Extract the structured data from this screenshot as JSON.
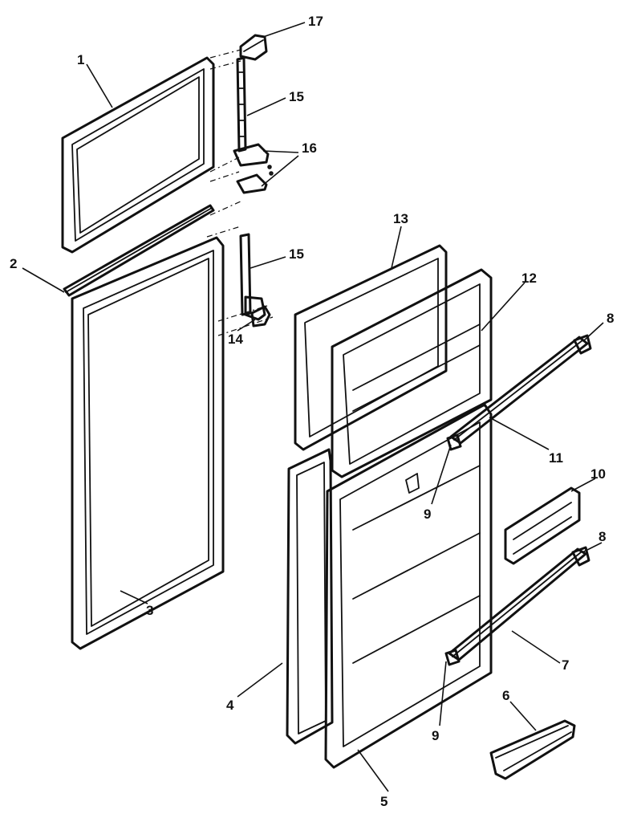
{
  "callouts": [
    {
      "id": "c17",
      "label": "17"
    },
    {
      "id": "c1",
      "label": "1"
    },
    {
      "id": "c15a",
      "label": "15"
    },
    {
      "id": "c16",
      "label": "16"
    },
    {
      "id": "c2",
      "label": "2"
    },
    {
      "id": "c15b",
      "label": "15"
    },
    {
      "id": "c14",
      "label": "14"
    },
    {
      "id": "c13",
      "label": "13"
    },
    {
      "id": "c12",
      "label": "12"
    },
    {
      "id": "c8a",
      "label": "8"
    },
    {
      "id": "c11",
      "label": "11"
    },
    {
      "id": "c10",
      "label": "10"
    },
    {
      "id": "c9a",
      "label": "9"
    },
    {
      "id": "c8b",
      "label": "8"
    },
    {
      "id": "c3",
      "label": "3"
    },
    {
      "id": "c7",
      "label": "7"
    },
    {
      "id": "c4",
      "label": "4"
    },
    {
      "id": "c6",
      "label": "6"
    },
    {
      "id": "c9b",
      "label": "9"
    },
    {
      "id": "c5",
      "label": "5"
    }
  ]
}
